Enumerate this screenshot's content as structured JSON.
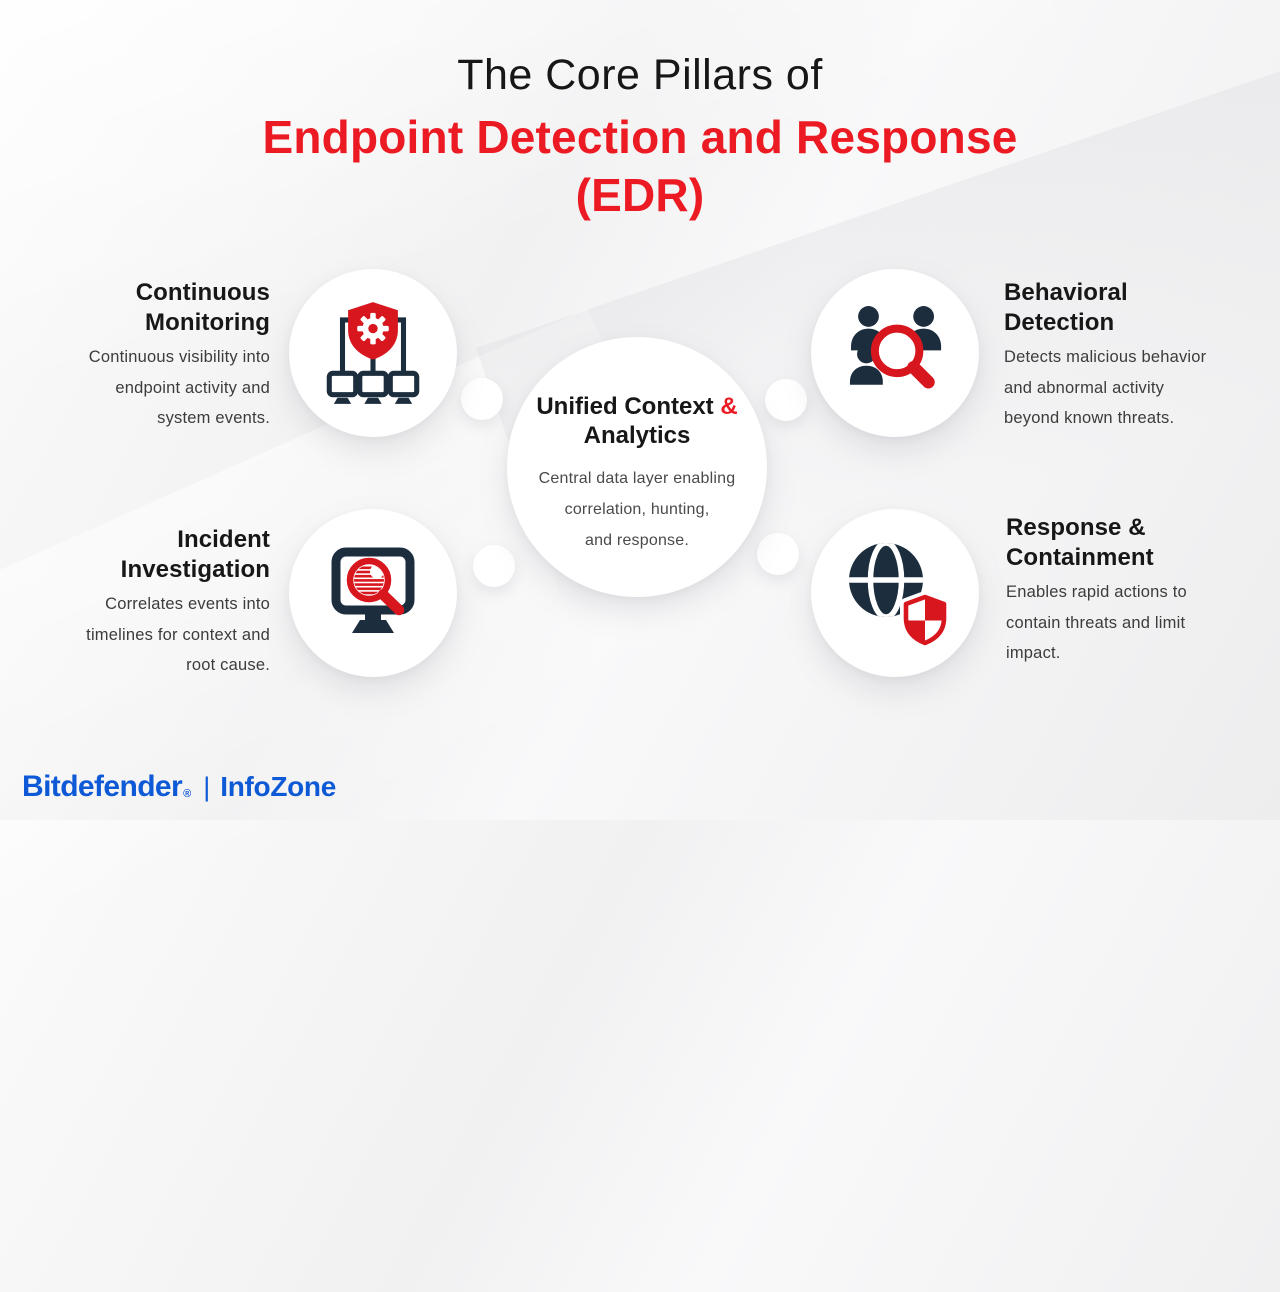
{
  "title": {
    "line1": "The Core Pillars of",
    "line2": "Endpoint Detection and Response",
    "line3": "(EDR)"
  },
  "center": {
    "heading_main": "Unified Context ",
    "heading_amp": "&",
    "heading_line2": "Analytics",
    "body_lines": [
      "Central data layer enabling",
      "correlation, hunting,",
      "and response."
    ]
  },
  "pillars": [
    {
      "id": "continuous-monitoring",
      "icon": "network-shield-icon",
      "heading_lines": [
        "Continuous",
        "Monitoring"
      ],
      "body_lines": [
        "Continuous visibility into",
        "endpoint activity and",
        "system events."
      ]
    },
    {
      "id": "incident-investigation",
      "icon": "monitor-magnifier-icon",
      "heading_lines": [
        "Incident",
        "Investigation"
      ],
      "body_lines": [
        "Correlates events into",
        "timelines for context and",
        "root cause."
      ]
    },
    {
      "id": "behavioral-detection",
      "icon": "people-magnifier-icon",
      "heading_lines": [
        "Behavioral",
        "Detection"
      ],
      "body_lines": [
        "Detects malicious behavior",
        "and abnormal activity",
        "beyond known threats."
      ]
    },
    {
      "id": "response-containment",
      "icon": "globe-shield-icon",
      "heading_lines": [
        "Response &",
        "Containment"
      ],
      "body_lines": [
        "Enables rapid actions to",
        "contain threats and limit",
        "impact."
      ]
    }
  ],
  "footer": {
    "brand": "Bitdefender",
    "registered": "®",
    "separator": "|",
    "product": "InfoZone"
  },
  "colors": {
    "title_red": "#EC1B23",
    "icon_red": "#D8161E",
    "icon_navy": "#1C2E3E",
    "brand_blue": "#0E59D6",
    "text_dark": "#171717",
    "text_body": "#3C3C3C"
  }
}
